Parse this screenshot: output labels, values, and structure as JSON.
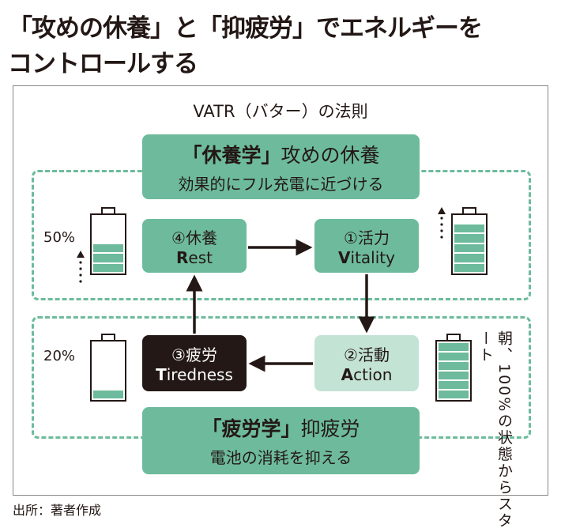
{
  "headline": {
    "line1": "「攻めの休養」と「抑疲労」でエネルギーを",
    "line2": "コントロールする"
  },
  "diagram": {
    "title": "VATR（バター）の法則",
    "top_box": {
      "bold": "「休養学」",
      "title": "攻めの休養",
      "subtitle": "効果的にフル充電に近づける"
    },
    "bottom_box": {
      "bold": "「疲労学」",
      "title": "抑疲労",
      "subtitle": "電池の消耗を抑える"
    },
    "nodes": [
      {
        "jp": "④休養",
        "initial": "R",
        "rest": "est"
      },
      {
        "jp": "①活力",
        "initial": "V",
        "rest": "itality"
      },
      {
        "jp": "②活動",
        "initial": "A",
        "rest": "ction"
      },
      {
        "jp": "③疲労",
        "initial": "T",
        "rest": "iredness"
      }
    ],
    "batteries": [
      {
        "label": "50%",
        "level": 0.5
      },
      {
        "label": "",
        "level": 0.83
      },
      {
        "label": "20%",
        "level": 0.17
      },
      {
        "label": "",
        "level": 1.0
      }
    ],
    "side_note": "朝、100%の状態からスタート",
    "colors": {
      "green": "#6dbb9c",
      "light_green": "#c3e3d5",
      "dark": "#231815"
    }
  },
  "source": "出所：著者作成"
}
